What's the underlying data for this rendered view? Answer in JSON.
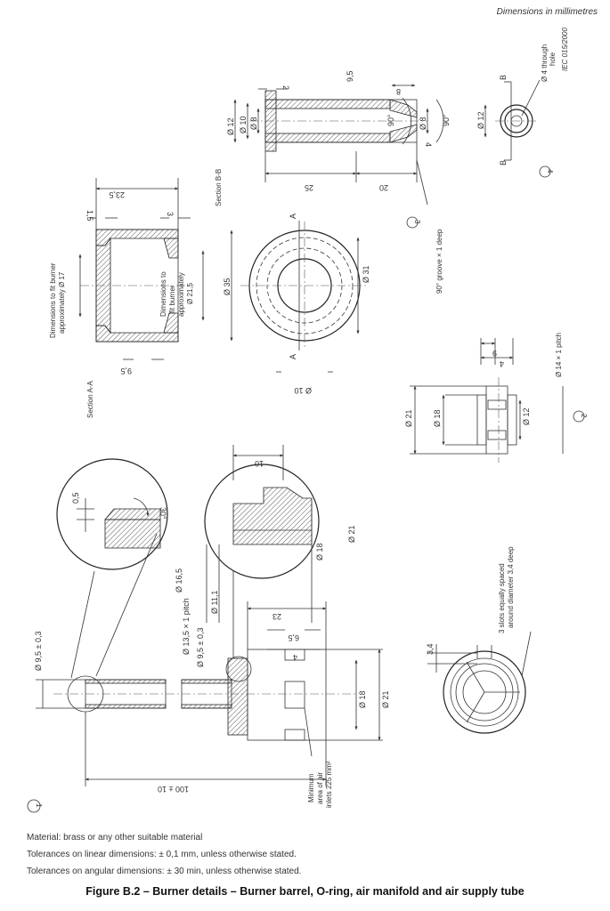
{
  "header": {
    "units_note": "Dimensions in millimetres",
    "ref_code": "IEC 015/2000"
  },
  "parts": {
    "p1": {
      "number": "1"
    },
    "p2": {
      "number": "2"
    },
    "p3": {
      "number": "3"
    },
    "p4": {
      "number": "4"
    }
  },
  "section_labels": {
    "section_aa": "Section A-A",
    "section_bb": "Section B-B"
  },
  "labels": {
    "a_top": "A",
    "a_bottom": "A",
    "b_top": "B",
    "b_bottom": "B",
    "fit_burner_1": "Dimensions to fit burner",
    "fit_burner_2": "approximately Ø 17",
    "fit_burner_inner_1": "Dimensions to",
    "fit_burner_inner_2": "fit burner",
    "fit_burner_inner_3": "approximately",
    "fit_burner_inner_4": "Ø 21,5",
    "groove": "90° groove × 1 deep",
    "through_hole_1": "Ø 4 through",
    "through_hole_2": "hole",
    "min_area_1": "Minimum",
    "min_area_2": "area of air",
    "min_area_3": "inlets 225 mm²",
    "slots_1": "3 slots equally spaced",
    "slots_2": "around diameter 3,4 deep"
  },
  "dimensions": {
    "d12_p3": "Ø 12",
    "d10_p3": "Ø 10",
    "d8_p3": "Ø 8",
    "d8_right_p3": "Ø 8",
    "v2": "2",
    "v9_5": "9,5",
    "v8": "8",
    "v4_p3": "4",
    "v25": "25",
    "v20": "20",
    "a90_1": "90°",
    "a90_2": "90°",
    "d12_p4": "Ø 12",
    "v23_5": "23,5",
    "v1_5": "1,5",
    "v3": "3",
    "v9_5_aa": "9,5",
    "d35": "Ø 35",
    "d31": "Ø 31",
    "d10": "Ø 10",
    "v9_p2": "9",
    "v4_p2": "4",
    "pitch14": "Ø 14 × 1 pitch",
    "d21_p2": "Ø 21",
    "d18_p2": "Ø 18",
    "d12_p2": "Ø 12",
    "v0_5": "0,5",
    "a30": "30°",
    "v10_detail": "10",
    "d16_5": "Ø 16,5",
    "pitch13_5": "Ø 13,5 × 1 pitch",
    "d11_1": "Ø 11,1",
    "d9_5_tol_a": "Ø 9,5 ± 0,3",
    "d9_5_tol_b": "Ø 9,5 ± 0,3",
    "d18_detail": "Ø 18",
    "d21_detail": "Ø 21",
    "v23": "23",
    "v6_5": "6,5",
    "v4_p1": "4",
    "d18_p1": "Ø 18",
    "d21_p1": "Ø 21",
    "v3_4": "3,4",
    "v100": "100 ± 10"
  },
  "notes": {
    "material": "Material: brass or any other suitable material",
    "tol_linear": "Tolerances on linear dimensions: ± 0,1 mm, unless otherwise stated.",
    "tol_angular": "Tolerances on angular dimensions: ± 30 min, unless otherwise stated."
  },
  "caption": "Figure B.2 – Burner details – Burner barrel, O-ring, air manifold and air supply tube"
}
